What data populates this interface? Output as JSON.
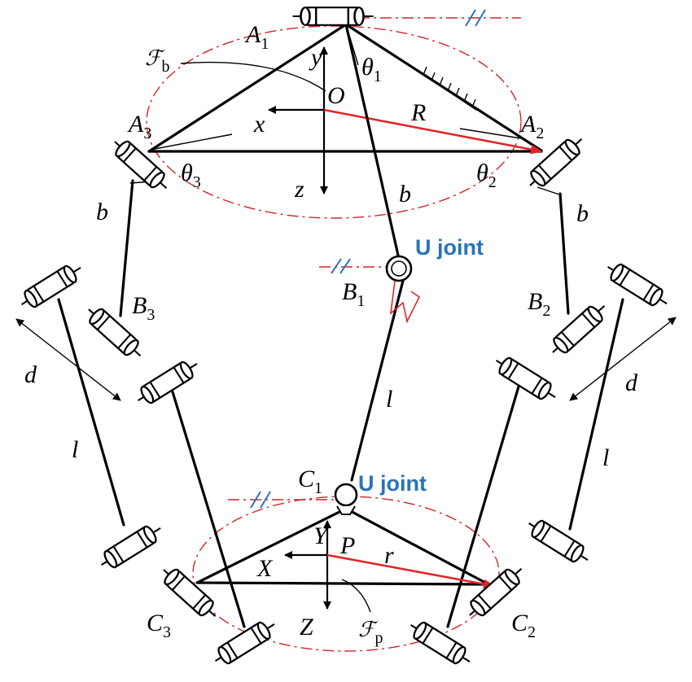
{
  "labels": {
    "A1": "A",
    "A1_sub": "1",
    "A2": "A",
    "A2_sub": "2",
    "A3": "A",
    "A3_sub": "3",
    "B1": "B",
    "B1_sub": "1",
    "B2": "B",
    "B2_sub": "2",
    "B3": "B",
    "B3_sub": "3",
    "C1": "C",
    "C1_sub": "1",
    "C2": "C",
    "C2_sub": "2",
    "C3": "C",
    "C3_sub": "3",
    "theta1": "θ",
    "theta1_sub": "1",
    "theta2": "θ",
    "theta2_sub": "2",
    "theta3": "θ",
    "theta3_sub": "3",
    "O": "O",
    "P": "P",
    "x": "x",
    "y": "y",
    "z": "z",
    "X": "X",
    "Y": "Y",
    "Z": "Z",
    "R": "R",
    "r": "r",
    "Fb": "ℱ",
    "Fb_sub": "b",
    "Fp": "ℱ",
    "Fp_sub": "p",
    "b_left": "b",
    "b_center": "b",
    "b_right": "b",
    "d_left": "d",
    "d_right": "d",
    "l_left": "l",
    "l_center": "l",
    "l_right": "l",
    "ujoint_top": "U joint",
    "ujoint_bottom": "U joint"
  },
  "colors": {
    "vector": "#e0262a",
    "circle": "#d0262a",
    "annotation": "#2a73b8"
  }
}
